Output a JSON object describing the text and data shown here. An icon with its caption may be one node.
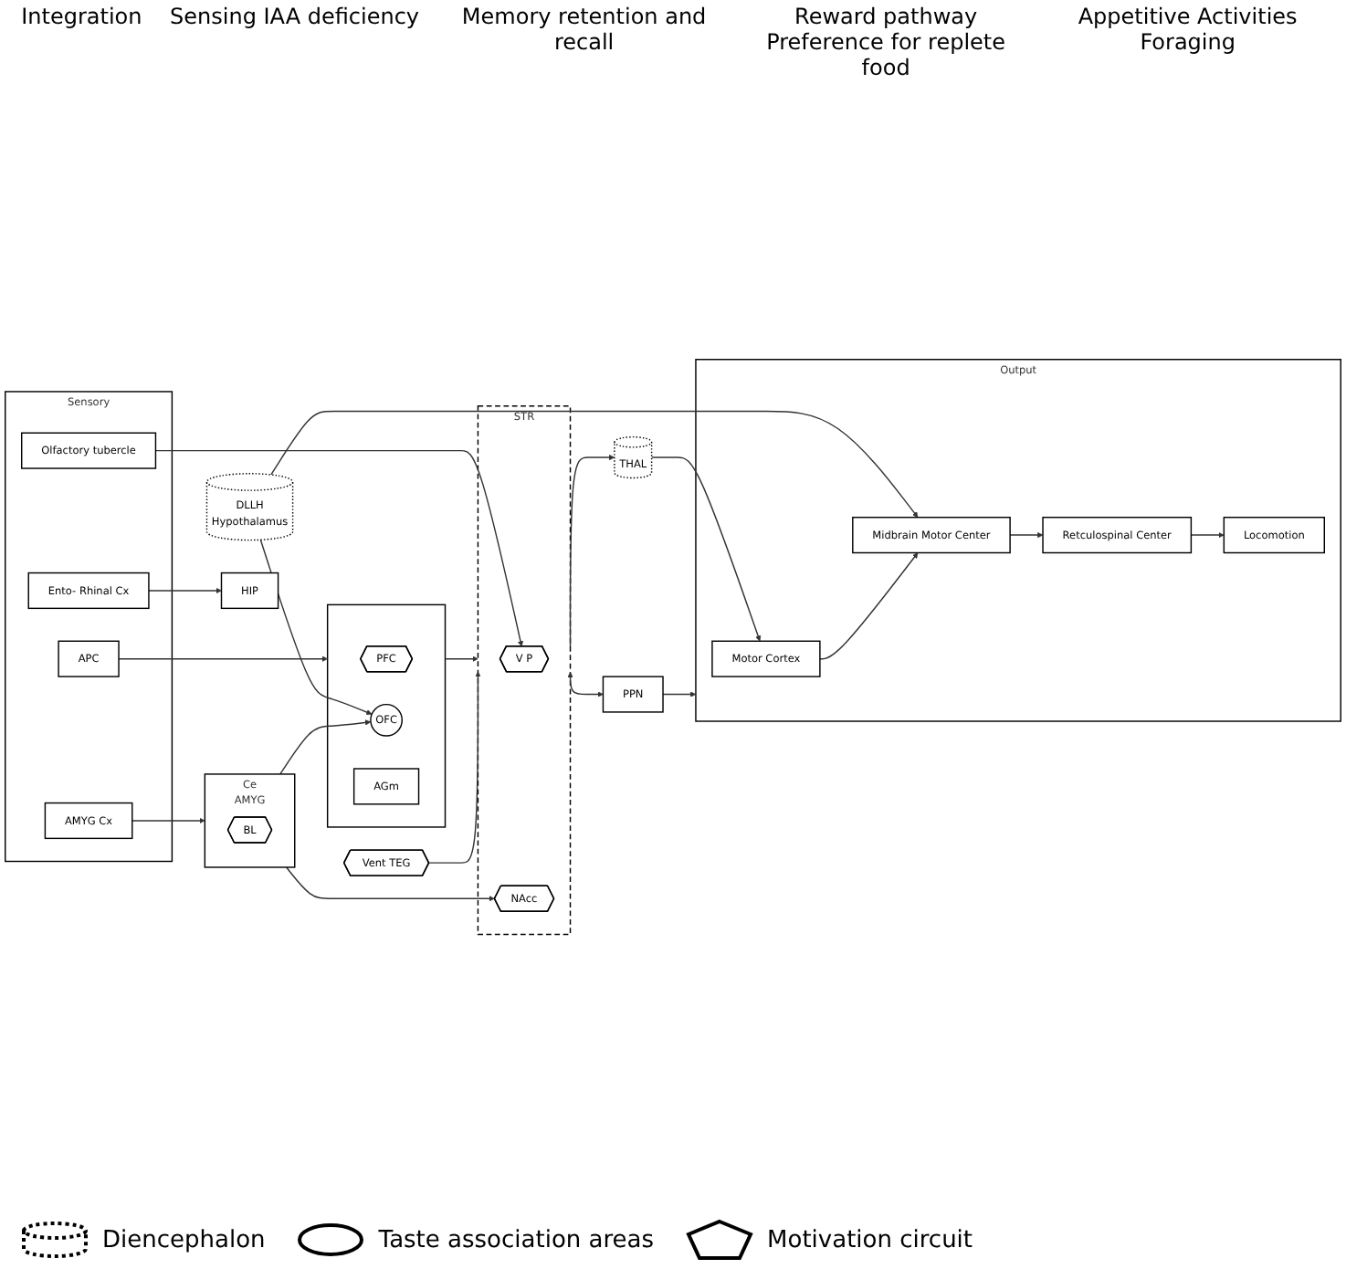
{
  "diagram": {
    "nodes": [
      {
        "text": [
          "Sensory"
        ]
      },
      {
        "text": [
          "APC"
        ],
        "in": 0
      },
      {
        "text": [
          "AMYG Cx"
        ],
        "in": 0
      },
      {
        "text": [
          "Olfactory tubercle"
        ],
        "in": 0
      },
      {
        "text": [
          "Ento- Rhinal Cx"
        ],
        "in": 0
      },
      {
        "text": [],
        "shape": "box"
      },
      {
        "text": [
          "PFC"
        ],
        "in": 5
      },
      {
        "text": [
          "OFC"
        ],
        "in": 5
      },
      {
        "text": [
          "AGm"
        ],
        "in": 5
      },
      {
        "text": [
          "Ce",
          "AMYG"
        ]
      },
      {
        "text": [
          "BL"
        ],
        "in": 9
      },
      {
        "text": [
          "DLLH",
          "Hypothalamus"
        ]
      },
      {
        "text": [
          "STR"
        ]
      },
      {
        "text": [
          "V P"
        ],
        "in": 12
      },
      {
        "text": [
          "NAcc"
        ],
        "in": 12
      },
      {
        "text": [
          "THAL"
        ]
      },
      {
        "text": [
          "Vent TEG"
        ]
      },
      {
        "text": [
          "HIP"
        ]
      },
      {
        "text": [
          "PPN"
        ]
      },
      {
        "text": [
          "Output"
        ]
      },
      {
        "text": [
          "Motor Cortex"
        ],
        "in": 19
      },
      {
        "text": [
          "Midbrain Motor Center"
        ],
        "in": 19
      },
      {
        "text": [
          "Retculospinal Center"
        ],
        "in": 19
      },
      {
        "text": [
          "Locomotion"
        ],
        "in": 19
      }
    ],
    "edges": [
      {
        "from": 1,
        "to": 5,
        "arrow": "to"
      },
      {
        "from": 2,
        "to": 9,
        "arrow": "to"
      },
      {
        "from": 9,
        "to": 7,
        "arrow": "to"
      },
      {
        "from": 3,
        "to": 13,
        "arrow": "to"
      },
      {
        "from": 4,
        "to": 17,
        "arrow": "to"
      },
      {
        "from": 9,
        "to": 14,
        "arrow": "to"
      },
      {
        "from": 11,
        "to": 7,
        "arrow": "to"
      },
      {
        "from": 11,
        "to": 21,
        "arrow": "to"
      },
      {
        "from": 5,
        "to": 12,
        "arrow": "to"
      },
      {
        "from": 12,
        "to": 15,
        "arrow": "to"
      },
      {
        "from": 15,
        "to": 20,
        "arrow": "to"
      },
      {
        "from": 16,
        "to": 12,
        "arrow": "to"
      },
      {
        "from": 12,
        "to": 18,
        "arrow": "both"
      },
      {
        "from": 18,
        "to": 19,
        "arrow": "to"
      },
      {
        "from": 20,
        "to": 21,
        "arrow": "to"
      },
      {
        "from": 21,
        "to": 22,
        "arrow": "to"
      },
      {
        "from": 22,
        "to": 23,
        "arrow": "to"
      }
    ],
    "labels": [
      "Integration",
      "Sensing IAA deficiency",
      "Memory retention and recall",
      "Reward pathway Preference for replete food",
      "Appetitive Activities Foraging"
    ],
    "legend": [
      {
        "text": "Diencephalon"
      },
      {
        "text": "Taste association areas"
      },
      {
        "text": "Motivation circuit"
      }
    ]
  }
}
